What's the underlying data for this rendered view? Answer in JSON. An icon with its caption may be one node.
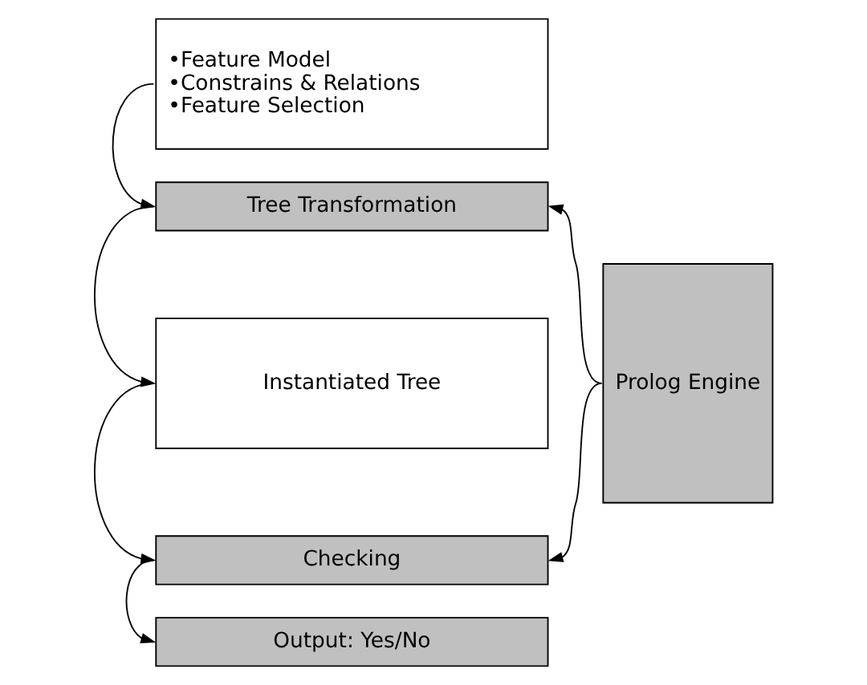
{
  "diagram": {
    "nodes": [
      {
        "text": [
          "•Feature Model",
          "•Constrains & Relations",
          "•Feature Selection"
        ]
      },
      {
        "text": [
          "Tree Transformation"
        ]
      },
      {
        "text": [
          "Instantiated Tree"
        ]
      },
      {
        "text": [
          "Checking"
        ]
      },
      {
        "text": [
          "Output: Yes/No"
        ]
      },
      {
        "text": [
          "Prolog Engine"
        ]
      }
    ],
    "edges": [
      {
        "from": 0,
        "to": 1,
        "arrow": "to"
      },
      {
        "from": 1,
        "to": 2,
        "arrow": "to"
      },
      {
        "from": 2,
        "to": 3,
        "arrow": "to"
      },
      {
        "from": 3,
        "to": 4,
        "arrow": "to"
      },
      {
        "from": 5,
        "to": 1,
        "arrow": "to"
      },
      {
        "from": 5,
        "to": 3,
        "arrow": "to"
      }
    ]
  }
}
